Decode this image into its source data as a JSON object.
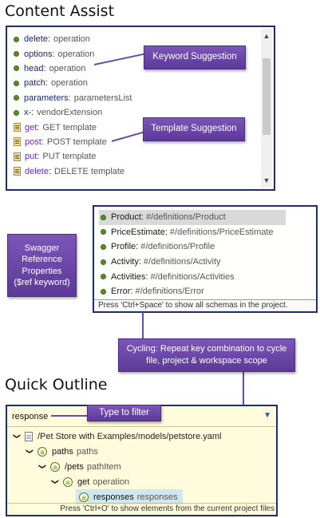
{
  "headings": {
    "content_assist": "Content Assist",
    "quick_outline": "Quick Outline"
  },
  "content_assist": {
    "items": [
      {
        "icon": "proposal-dot-icon",
        "keyword": "delete",
        "separator": ":",
        "desc": "operation"
      },
      {
        "icon": "proposal-dot-icon",
        "keyword": "options",
        "separator": ":",
        "desc": "operation"
      },
      {
        "icon": "proposal-dot-icon",
        "keyword": "head",
        "separator": ":",
        "desc": "operation"
      },
      {
        "icon": "proposal-dot-icon",
        "keyword": "patch",
        "separator": ":",
        "desc": "operation"
      },
      {
        "icon": "proposal-dot-icon",
        "keyword": "parameters",
        "separator": ":",
        "desc": "parametersList"
      },
      {
        "icon": "proposal-dot-icon",
        "keyword": "x-",
        "separator": ":",
        "desc": "vendorExtension"
      },
      {
        "icon": "template-icon",
        "keyword": "get",
        "separator": ":",
        "desc": "GET template"
      },
      {
        "icon": "template-icon",
        "keyword": "post",
        "separator": ":",
        "desc": "POST template"
      },
      {
        "icon": "template-icon",
        "keyword": "put",
        "separator": ":",
        "desc": "PUT template"
      },
      {
        "icon": "template-icon",
        "keyword": "delete",
        "separator": ":",
        "desc": "DELETE template"
      }
    ],
    "scroll_position": 0.3
  },
  "callouts": {
    "keyword": "Keyword Suggestion",
    "template": "Template Suggestion",
    "swagger_lines": [
      "Swagger",
      "Reference",
      "Properties",
      "($ref keyword)"
    ],
    "cycling_lines": [
      "Cycling: Repeat key combination to cycle",
      "file, project & workspace scope"
    ],
    "filter": "Type to filter"
  },
  "references": {
    "items": [
      {
        "name": "Product:",
        "value": "#/definitions/Product",
        "selected": true
      },
      {
        "name": "PriceEstimate:",
        "value": "#/definitions/PriceEstimate",
        "selected": false
      },
      {
        "name": "Profile:",
        "value": "#/definitions/Profile",
        "selected": false
      },
      {
        "name": "Activity:",
        "value": "#/definitions/Activity",
        "selected": false
      },
      {
        "name": "Activities:",
        "value": "#/definitions/Activities",
        "selected": false
      },
      {
        "name": "Error:",
        "value": "#/definitions/Error",
        "selected": false
      }
    ],
    "status": "Press 'Ctrl+Space' to show all schemas in the project."
  },
  "quick_outline": {
    "filter_value": "response",
    "tree": [
      {
        "kind": "file",
        "label": "/Pet Store with Examples/models/petstore.yaml",
        "type": ""
      },
      {
        "kind": "node",
        "label": "paths",
        "type": "paths"
      },
      {
        "kind": "node",
        "label": "/pets",
        "type": "pathItem"
      },
      {
        "kind": "node",
        "label": "get",
        "type": "operation"
      },
      {
        "kind": "leaf",
        "label": "responses",
        "type": "responses"
      }
    ],
    "node_badge": "a",
    "status": "Press 'Ctrl+O' to show elements from the current project files"
  }
}
